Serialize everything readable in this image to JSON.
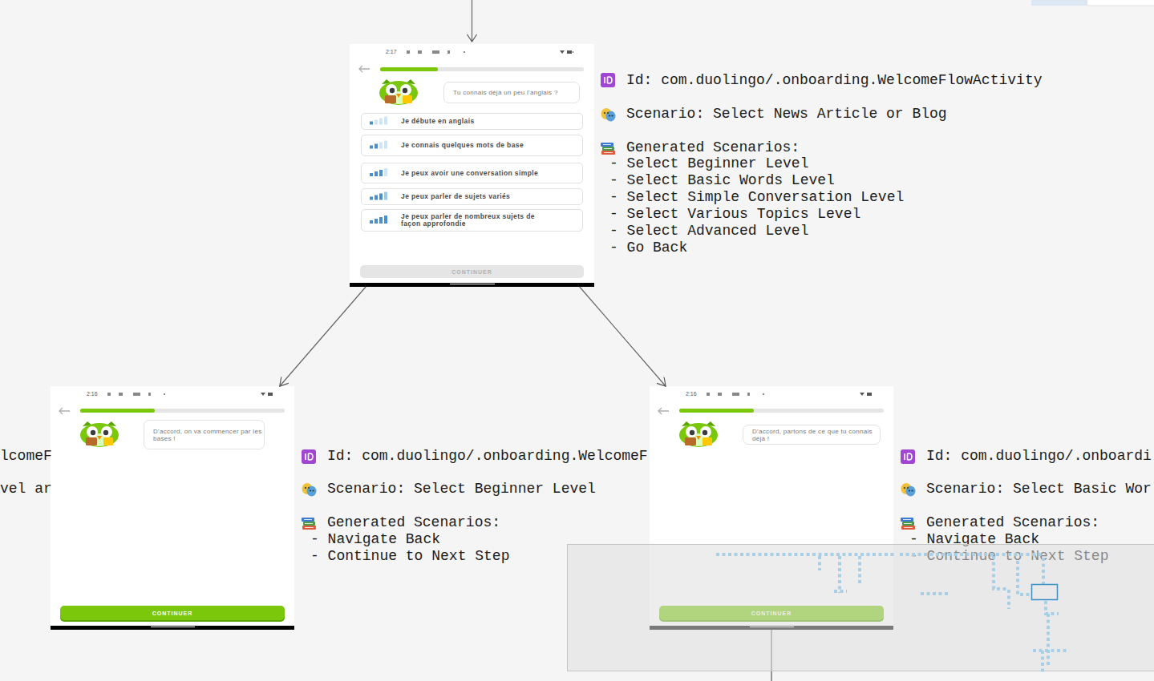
{
  "diagram": {
    "nodes": [
      {
        "text": [
          "2:17",
          "Id: com.duolingo/.onboarding.WelcomeFlowActivity",
          "Scenario: Select News Article or Blog",
          "Generated Scenarios:",
          "- Select Beginner Level",
          "- Select Basic Words Level",
          "- Select Simple Conversation Level",
          "- Select Various Topics Level",
          "- Select Advanced Level",
          "- Go Back"
        ]
      },
      {
        "text": [
          "Tu connais déjà un peu l'anglais ?"
        ],
        "in": 0
      },
      {
        "text": [
          "Je débute en anglais"
        ],
        "in": 0
      },
      {
        "text": [
          "Je connais quelques mots de base"
        ],
        "in": 0
      },
      {
        "text": [
          "Je peux avoir une conversation simple"
        ],
        "in": 0
      },
      {
        "text": [
          "Je peux parler de sujets variés"
        ],
        "in": 0
      },
      {
        "text": [
          "Je peux parler de nombreux sujets de façon approfondie"
        ],
        "in": 0
      },
      {
        "text": [
          "CONTINUER"
        ],
        "in": 0
      },
      {
        "text": [
          "2:16",
          "Id: com.duolingo/.onboarding.WelcomeF",
          "Scenario: Select Beginner Level",
          "Generated Scenarios:",
          "- Navigate Back",
          "- Continue to Next Step"
        ]
      },
      {
        "text": [
          "D'accord, on va commencer par les bases !"
        ],
        "in": 8
      },
      {
        "text": [
          "CONTINUER"
        ],
        "in": 8
      },
      {
        "text": [
          "2:16",
          "Id: com.duolingo/.onboardi",
          "Scenario: Select Basic Wor",
          "Generated Scenarios:",
          "- Navigate Back",
          "- Continue to Next Step"
        ]
      },
      {
        "text": [
          "D'accord, partons de ce que tu connais déjà !"
        ],
        "in": 11
      },
      {
        "text": [
          "CONTINUER"
        ],
        "in": 11
      }
    ],
    "edges": [
      {
        "from": 0,
        "to": 8,
        "arrow": "to"
      },
      {
        "from": 0,
        "to": 11,
        "arrow": "to"
      }
    ],
    "labels": [
      "lcomeF",
      "vel ar"
    ]
  }
}
